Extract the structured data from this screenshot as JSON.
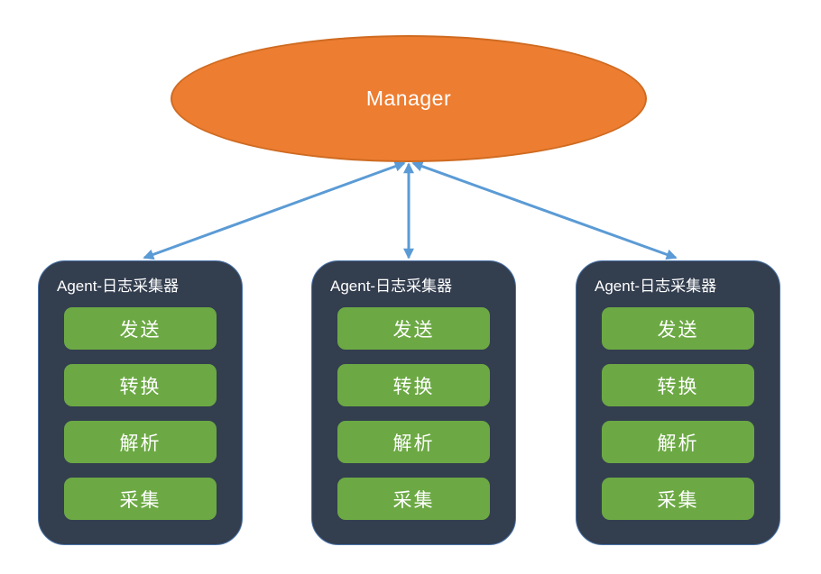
{
  "diagram": {
    "manager": {
      "label": "Manager"
    },
    "agents": [
      {
        "title": "Agent-日志采集器",
        "modules": [
          "发送",
          "转换",
          "解析",
          "采集"
        ]
      },
      {
        "title": "Agent-日志采集器",
        "modules": [
          "发送",
          "转换",
          "解析",
          "采集"
        ]
      },
      {
        "title": "Agent-日志采集器",
        "modules": [
          "发送",
          "转换",
          "解析",
          "采集"
        ]
      }
    ],
    "connections": [
      {
        "from": "manager",
        "to": "agent-0",
        "style": "double-arrow"
      },
      {
        "from": "manager",
        "to": "agent-1",
        "style": "double-arrow"
      },
      {
        "from": "manager",
        "to": "agent-2",
        "style": "double-arrow"
      }
    ]
  },
  "colors": {
    "manager_fill": "#ED7D31",
    "manager_border": "#CF6B21",
    "agent_fill": "#333E4F",
    "agent_border": "#4A73A8",
    "module_fill": "#6CA944",
    "arrow": "#5B9BD5",
    "text": "#FFFFFF",
    "bg": "#FFFFFF"
  }
}
